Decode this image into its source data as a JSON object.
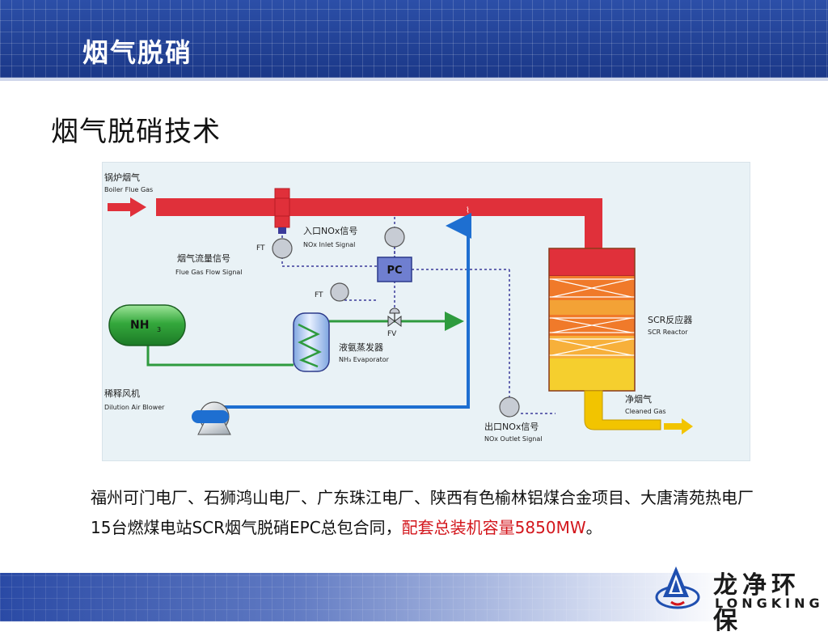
{
  "header": {
    "title": "烟气脱硝"
  },
  "subtitle": "烟气脱硝技术",
  "diagram": {
    "labels": {
      "boiler_cn": "锅炉烟气",
      "boiler_en": "Boiler Flue Gas",
      "nox_in_cn": "入口NOx信号",
      "nox_in_en": "NOx Inlet Signal",
      "flow_cn": "烟气流量信号",
      "flow_en": "Flue Gas Flow Signal",
      "ft1": "FT",
      "ft2": "FT",
      "pc": "PC",
      "nh3": "NH",
      "nh3_sub": "3",
      "fv": "FV",
      "evap_cn": "液氨蒸发器",
      "evap_en": "NH₃ Evaporator",
      "blower_cn": "稀释风机",
      "blower_en": "Dilution Air Blower",
      "scr_cn": "SCR反应器",
      "scr_en": "SCR Reactor",
      "clean_cn": "净烟气",
      "clean_en": "Cleaned Gas",
      "nox_out_cn": "出口NOx信号",
      "nox_out_en": "NOx Outlet Signal"
    },
    "colors": {
      "flue_gas": "#e0303a",
      "ammonia_line": "#2e9b3e",
      "air_line": "#1e6fd1",
      "signal_line": "#3a3a9a",
      "pc_box": "#6f7fd0",
      "nh3_tank": "#2f9e3a",
      "clean_gas": "#f2c400"
    }
  },
  "description": {
    "text": "福州可门电厂、石狮鸿山电厂、广东珠江电厂、陕西有色榆林铝煤合金项目、大唐清苑热电厂15台燃煤电站SCR烟气脱硝EPC总包合同，",
    "highlight": "配套总装机容量5850MW",
    "end": "。"
  },
  "logo": {
    "cn": "龙净环保",
    "en": "LONGKING"
  }
}
